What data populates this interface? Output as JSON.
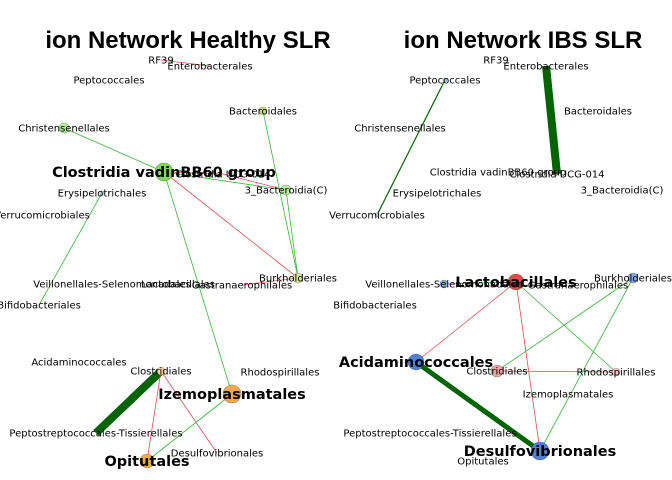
{
  "panels": [
    {
      "title": "ion Network Healthy SLR",
      "nodes": [
        {
          "id": "RF39",
          "label": "RF39"
        },
        {
          "id": "Enterobacterales",
          "label": "Enterobacterales"
        },
        {
          "id": "Peptococcales",
          "label": "Peptococcales"
        },
        {
          "id": "Bacteroidales",
          "label": "Bacteroidales",
          "color": "#c7dd6a",
          "size": 4
        },
        {
          "id": "Christensenellales",
          "label": "Christensenellales",
          "color": "#b7ee9a",
          "size": 5
        },
        {
          "id": "Clostridia_vadinBB60_group",
          "label": "Clostridia vadinBB60 group",
          "color": "#7ed957",
          "size": 9,
          "big": true
        },
        {
          "id": "Clostridia_UCG-014",
          "label": "Clostridia UCG-014"
        },
        {
          "id": "3_Bacteroidia(C)",
          "label": "3_Bacteroidia(C)",
          "color": "#b7ee9a",
          "size": 5
        },
        {
          "id": "Erysipelotrichales",
          "label": "Erysipelotrichales",
          "color": "#c9e3f0",
          "size": 2
        },
        {
          "id": "Verrucomicrobiales",
          "label": "Verrucomicrobiales"
        },
        {
          "id": "Veillonellales-Selenomonadales",
          "label": "Veillonellales-Selenomonadales"
        },
        {
          "id": "Lactobacillales",
          "label": "Lactobacillales"
        },
        {
          "id": "Gastranaerophilales",
          "label": "Gastranaerophilales"
        },
        {
          "id": "Burkholderiales",
          "label": "Burkholderiales",
          "color": "#d9ec8a",
          "size": 5
        },
        {
          "id": "Bifidobacteriales",
          "label": "Bifidobacteriales"
        },
        {
          "id": "Acidaminococcales",
          "label": "Acidaminococcales"
        },
        {
          "id": "Clostridiales",
          "label": "Clostridiales",
          "color": "#ffd79a",
          "size": 4
        },
        {
          "id": "Rhodospirillales",
          "label": "Rhodospirillales"
        },
        {
          "id": "Izemoplasmatales",
          "label": "Izemoplasmatales",
          "color": "#f2aa4c",
          "size": 9,
          "big": true
        },
        {
          "id": "Peptostreptococcales-Tissierellales",
          "label": "Peptostreptococcales-Tissierellales"
        },
        {
          "id": "Desulfovibrionales",
          "label": "Desulfovibrionales"
        },
        {
          "id": "Opitutales",
          "label": "Opitutales",
          "color": "#f2aa4c",
          "size": 7,
          "big": true
        }
      ],
      "edges": [
        {
          "from": "Clostridiales",
          "to": "Peptostreptococcales-Tissierellales",
          "color": "#006400",
          "weight": 8
        },
        {
          "from": "Clostridia_vadinBB60_group",
          "to": "Izemoplasmatales",
          "color": "#3cb43c",
          "weight": 0.8
        },
        {
          "from": "Clostridia_vadinBB60_group",
          "to": "Christensenellales",
          "color": "#3cb43c",
          "weight": 0.8
        },
        {
          "from": "Clostridia_vadinBB60_group",
          "to": "3_Bacteroidia(C)",
          "color": "#3cb43c",
          "weight": 0.8
        },
        {
          "from": "Clostridia_vadinBB60_group",
          "to": "Burkholderiales",
          "color": "#e05050",
          "weight": 0.8
        },
        {
          "from": "Clostridia_vadinBB60_group",
          "to": "Clostridia_UCG-014",
          "color": "#e05050",
          "weight": 0.8
        },
        {
          "from": "Bacteroidales",
          "to": "Burkholderiales",
          "color": "#3cb43c",
          "weight": 0.8
        },
        {
          "from": "3_Bacteroidia(C)",
          "to": "Burkholderiales",
          "color": "#3cb43c",
          "weight": 0.8
        },
        {
          "from": "3_Bacteroidia(C)",
          "to": "Clostridia_UCG-014",
          "color": "#e05050",
          "weight": 0.8
        },
        {
          "from": "Burkholderiales",
          "to": "Gastranaerophilales",
          "color": "#e05050",
          "weight": 0.8
        },
        {
          "from": "Erysipelotrichales",
          "to": "Bifidobacteriales",
          "color": "#3cb43c",
          "weight": 0.8
        },
        {
          "from": "Clostridiales",
          "to": "Opitutales",
          "color": "#e05050",
          "weight": 0.8
        },
        {
          "from": "Clostridiales",
          "to": "Desulfovibrionales",
          "color": "#e05050",
          "weight": 0.8
        },
        {
          "from": "Izemoplasmatales",
          "to": "Opitutales",
          "color": "#3cb43c",
          "weight": 0.8
        },
        {
          "from": "RF39",
          "to": "Enterobacterales",
          "color": "#e05050",
          "weight": 0.8
        }
      ]
    },
    {
      "title": "ion Network IBS SLR",
      "nodes": [
        {
          "id": "RF39",
          "label": "RF39"
        },
        {
          "id": "Enterobacterales",
          "label": "Enterobacterales"
        },
        {
          "id": "Peptococcales",
          "label": "Peptococcales",
          "color": "#b8d4f0",
          "size": 2
        },
        {
          "id": "Bacteroidales",
          "label": "Bacteroidales"
        },
        {
          "id": "Christensenellales",
          "label": "Christensenellales"
        },
        {
          "id": "Clostridia_vadinBB60_group",
          "label": "Clostridia vadinBB60 group"
        },
        {
          "id": "Clostridia_UCG-014",
          "label": "Clostridia UCG-014"
        },
        {
          "id": "3_Bacteroidia(C)",
          "label": "3_Bacteroidia(C)"
        },
        {
          "id": "Erysipelotrichales",
          "label": "Erysipelotrichales"
        },
        {
          "id": "Verrucomicrobiales",
          "label": "Verrucomicrobiales",
          "color": "#b8d4f0",
          "size": 2
        },
        {
          "id": "Veillonellales-Selenomonadales",
          "label": "Veillonellales-Selenomonadales",
          "color": "#7fa8e8",
          "size": 4
        },
        {
          "id": "Lactobacillales",
          "label": "Lactobacillales",
          "color": "#e24b4b",
          "size": 8,
          "big": true
        },
        {
          "id": "Gastranaerophilales",
          "label": "Gastranaerophilales"
        },
        {
          "id": "Burkholderiales",
          "label": "Burkholderiales",
          "color": "#7fa8e8",
          "size": 5
        },
        {
          "id": "Bifidobacteriales",
          "label": "Bifidobacteriales"
        },
        {
          "id": "Acidaminococcales",
          "label": "Acidaminococcales",
          "color": "#4f7fd6",
          "size": 8,
          "big": true
        },
        {
          "id": "Clostridiales",
          "label": "Clostridiales",
          "color": "#f2a0a0",
          "size": 6
        },
        {
          "id": "Rhodospirillales",
          "label": "Rhodospirillales",
          "color": "#f5c0c0",
          "size": 4
        },
        {
          "id": "Izemoplasmatales",
          "label": "Izemoplasmatales"
        },
        {
          "id": "Peptostreptococcales-Tissierellales",
          "label": "Peptostreptococcales-Tissierellales"
        },
        {
          "id": "Desulfovibrionales",
          "label": "Desulfovibrionales",
          "color": "#4f7fd6",
          "size": 9,
          "big": true
        },
        {
          "id": "Opitutales",
          "label": "Opitutales"
        }
      ],
      "edges": [
        {
          "from": "Enterobacterales",
          "to": "Clostridia_UCG-014",
          "color": "#006400",
          "weight": 8
        },
        {
          "from": "Acidaminococcales",
          "to": "Desulfovibrionales",
          "color": "#006400",
          "weight": 5
        },
        {
          "from": "Peptococcales",
          "to": "Verrucomicrobiales",
          "color": "#006400",
          "weight": 1.2
        },
        {
          "from": "Lactobacillales",
          "to": "Acidaminococcales",
          "color": "#e05050",
          "weight": 0.8
        },
        {
          "from": "Lactobacillales",
          "to": "Desulfovibrionales",
          "color": "#e05050",
          "weight": 0.8
        },
        {
          "from": "Lactobacillales",
          "to": "Rhodospirillales",
          "color": "#3cb43c",
          "weight": 0.8
        },
        {
          "from": "Lactobacillales",
          "to": "Veillonellales-Selenomonadales",
          "color": "#3cb43c",
          "weight": 0.8
        },
        {
          "from": "Burkholderiales",
          "to": "Clostridiales",
          "color": "#3cb43c",
          "weight": 0.8
        },
        {
          "from": "Burkholderiales",
          "to": "Desulfovibrionales",
          "color": "#3cb43c",
          "weight": 0.8
        },
        {
          "from": "Clostridiales",
          "to": "Rhodospirillales",
          "color": "#e05050",
          "weight": 0.8
        }
      ]
    }
  ]
}
